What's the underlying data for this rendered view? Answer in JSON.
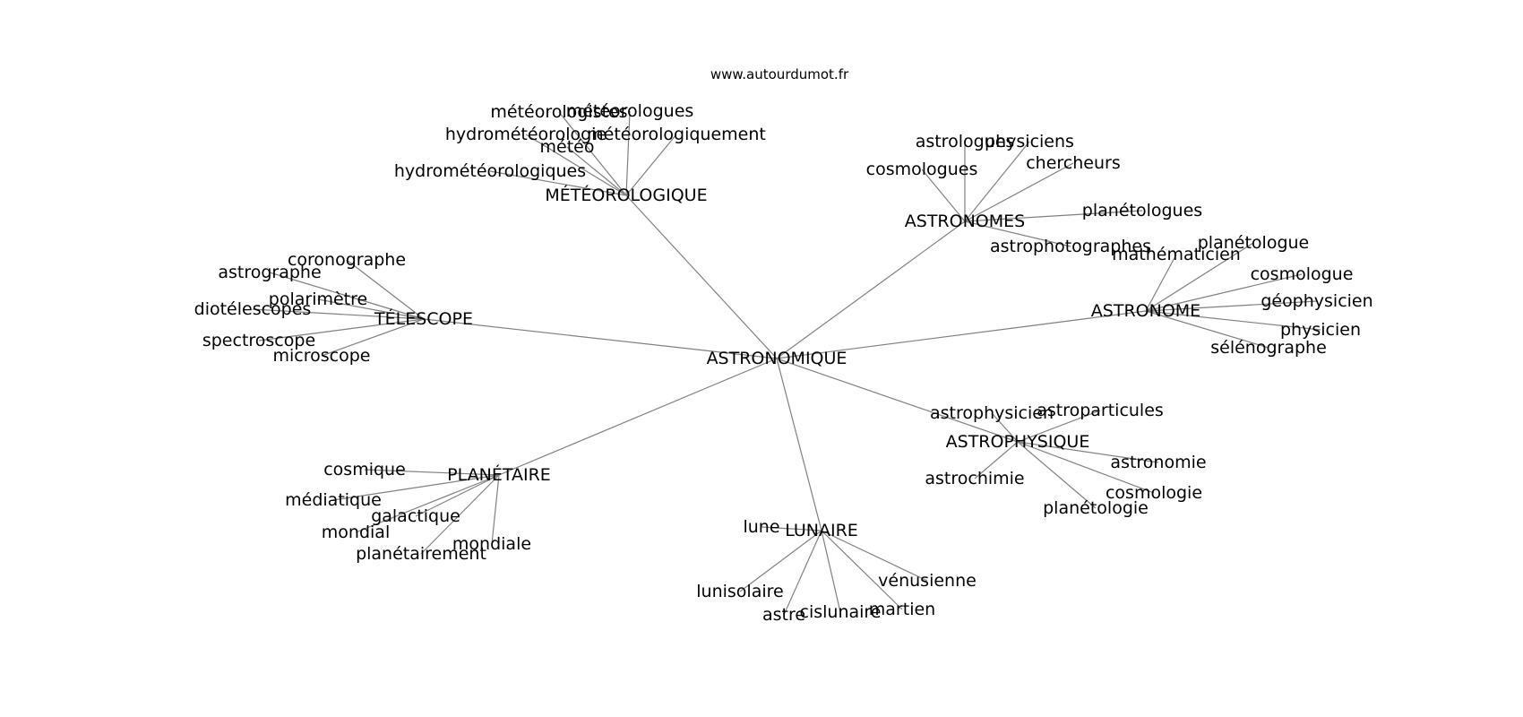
{
  "credit": "www.autourdumot.fr",
  "root": "ASTRONOMIQUE",
  "branches": [
    {
      "hub": "MÉTÉOROLOGIQUE",
      "leaves": [
        "météorologistes",
        "météorologues",
        "hydrométéorologie",
        "météo",
        "météorologiquement",
        "hydrométéorologiques"
      ]
    },
    {
      "hub": "ASTRONOMES",
      "leaves": [
        "astrologues",
        "physiciens",
        "chercheurs",
        "cosmologues",
        "planétologues",
        "astrophotographes"
      ]
    },
    {
      "hub": "TÉLESCOPE",
      "leaves": [
        "coronographe",
        "astrographe",
        "polarimètre",
        "diotélescopes",
        "spectroscope",
        "microscope"
      ]
    },
    {
      "hub": "ASTRONOME",
      "leaves": [
        "planétologue",
        "mathématicien",
        "cosmologue",
        "géophysicien",
        "physicien",
        "sélénographe"
      ]
    },
    {
      "hub": "ASTROPHYSIQUE",
      "leaves": [
        "astrophysicien",
        "astroparticules",
        "astronomie",
        "astrochimie",
        "cosmologie",
        "planétologie"
      ]
    },
    {
      "hub": "PLANÉTAIRE",
      "leaves": [
        "cosmique",
        "médiatique",
        "galactique",
        "mondial",
        "mondiale",
        "planétairement"
      ]
    },
    {
      "hub": "LUNAIRE",
      "leaves": [
        "lune",
        "vénusienne",
        "lunisolaire",
        "martien",
        "cislunaire",
        "astre"
      ]
    }
  ]
}
